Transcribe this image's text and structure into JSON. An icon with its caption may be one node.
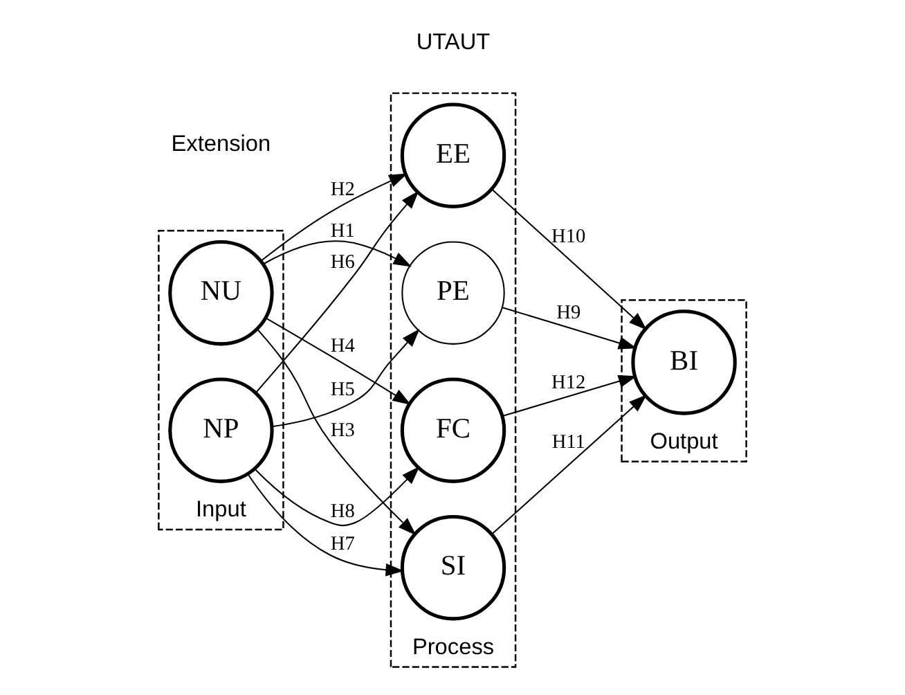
{
  "diagram": {
    "nodes": [
      {
        "text": [
          "Input"
        ]
      },
      {
        "text": [
          "NU"
        ],
        "in": 0
      },
      {
        "text": [
          "NP"
        ],
        "in": 0
      },
      {
        "text": [
          "Process"
        ]
      },
      {
        "text": [
          "PE"
        ],
        "in": 3
      },
      {
        "text": [
          "EE"
        ],
        "in": 3
      },
      {
        "text": [
          "SI"
        ],
        "in": 3
      },
      {
        "text": [
          "FC"
        ],
        "in": 3
      },
      {
        "text": [
          "Output"
        ]
      },
      {
        "text": [
          "BI"
        ],
        "in": 8
      }
    ],
    "edges": [
      {
        "from": 1,
        "to": 4,
        "arrow": "to",
        "label": "H1"
      },
      {
        "from": 1,
        "to": 5,
        "arrow": "to",
        "label": "H2"
      },
      {
        "from": 1,
        "to": 6,
        "arrow": "to",
        "label": "H3"
      },
      {
        "from": 1,
        "to": 7,
        "arrow": "to",
        "label": "H4"
      },
      {
        "from": 2,
        "to": 4,
        "arrow": "to",
        "label": "H5"
      },
      {
        "from": 2,
        "to": 5,
        "arrow": "to",
        "label": "H6"
      },
      {
        "from": 2,
        "to": 6,
        "arrow": "to",
        "label": "H7"
      },
      {
        "from": 2,
        "to": 7,
        "arrow": "to",
        "label": "H8"
      },
      {
        "from": 4,
        "to": 9,
        "arrow": "to",
        "label": "H9"
      },
      {
        "from": 5,
        "to": 9,
        "arrow": "to",
        "label": "H10"
      },
      {
        "from": 6,
        "to": 9,
        "arrow": "to",
        "label": "H11"
      },
      {
        "from": 7,
        "to": 9,
        "arrow": "to",
        "label": "H12"
      }
    ],
    "labels": [
      "Extension",
      "UTAUT"
    ]
  }
}
